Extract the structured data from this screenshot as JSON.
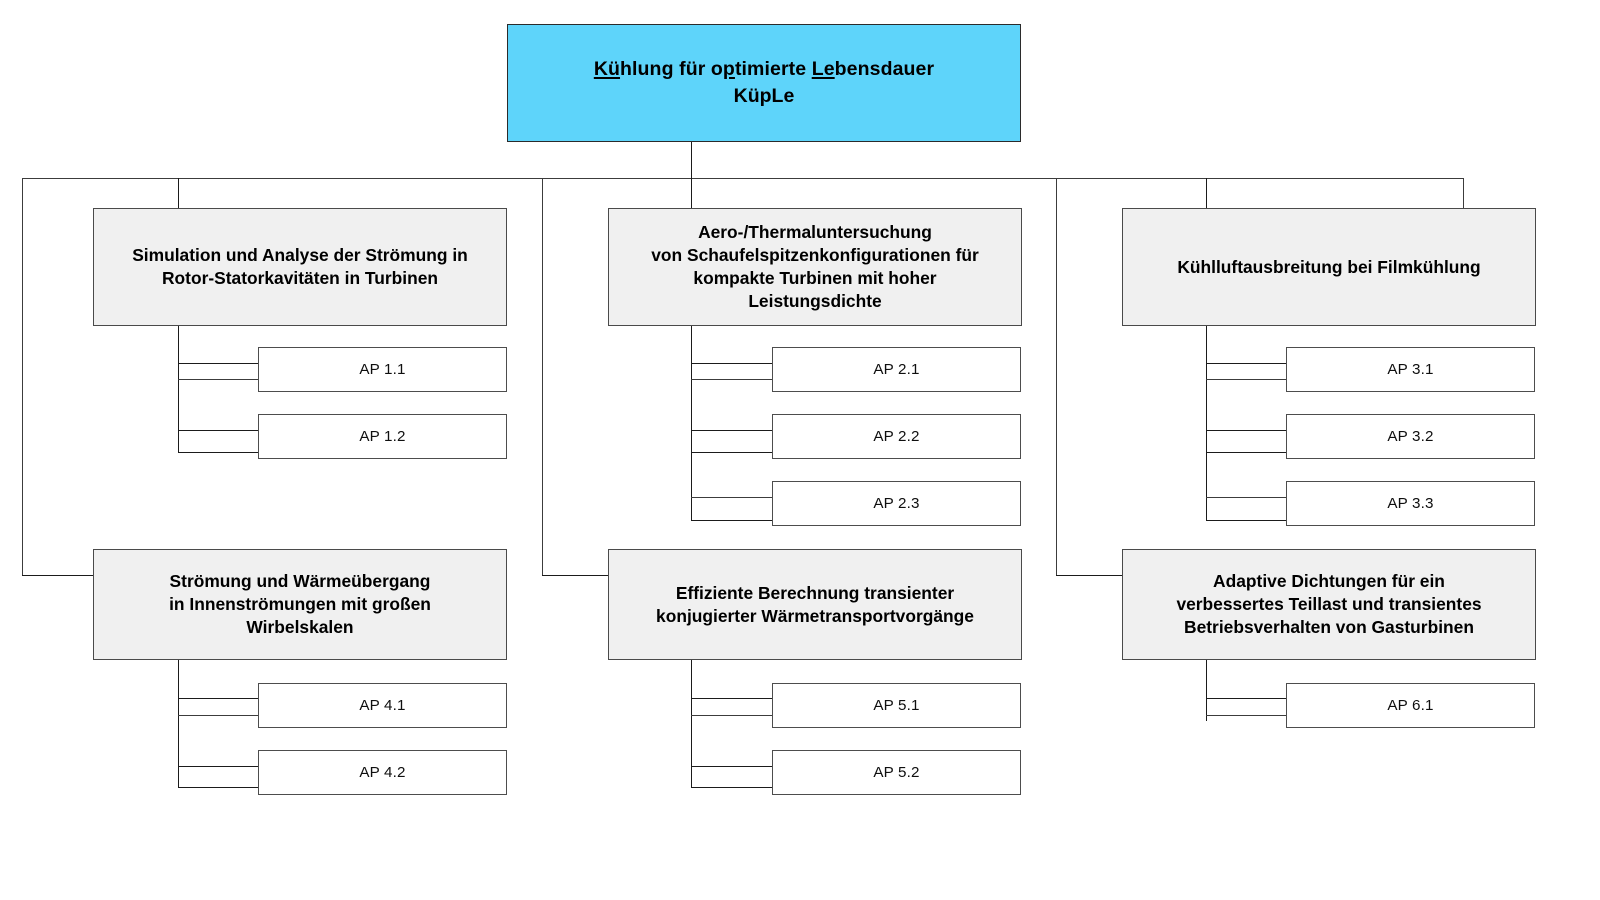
{
  "colors": {
    "title_fill": "#5ED4FA",
    "theme_fill": "#F0F0F0",
    "ap_fill": "#FFFFFF",
    "line": "#1B1B1B",
    "text": "#000000"
  },
  "root": {
    "title_prefix": "",
    "title_parts": [
      {
        "text": "Kü",
        "underline": true
      },
      {
        "text": "hlung für o",
        "underline": false
      },
      {
        "text": "p",
        "underline": true
      },
      {
        "text": "timierte ",
        "underline": false
      },
      {
        "text": "Le",
        "underline": true
      },
      {
        "text": "bensdauer",
        "underline": false
      }
    ],
    "title_full": "Kühlung für optimierte Lebensdauer",
    "acronym": "KüpLe"
  },
  "columns": [
    {
      "id": "column-1",
      "topics": [
        {
          "id": "topic-1",
          "label": "Simulation und Analyse der Strömung in Rotor-Statorkavitäten in Turbinen",
          "work_packages": [
            {
              "id": "ap-1-1",
              "label": "AP 1.1"
            },
            {
              "id": "ap-1-2",
              "label": "AP 1.2"
            }
          ]
        },
        {
          "id": "topic-4",
          "label": "Strömung und Wärmeübergang in Innenströmungen mit großen Wirbelskalen",
          "work_packages": [
            {
              "id": "ap-4-1",
              "label": "AP 4.1"
            },
            {
              "id": "ap-4-2",
              "label": "AP 4.2"
            }
          ]
        }
      ]
    },
    {
      "id": "column-2",
      "topics": [
        {
          "id": "topic-2",
          "label": "Aero-/Thermaluntersuchung von Schaufelspitzenkonfigurationen für kompakte Turbinen mit hoher Leistungsdichte",
          "work_packages": [
            {
              "id": "ap-2-1",
              "label": "AP 2.1"
            },
            {
              "id": "ap-2-2",
              "label": "AP 2.2"
            },
            {
              "id": "ap-2-3",
              "label": "AP 2.3"
            }
          ]
        },
        {
          "id": "topic-5",
          "label": "Effiziente Berechnung transienter konjugierter Wärmetransportvorgänge",
          "work_packages": [
            {
              "id": "ap-5-1",
              "label": "AP 5.1"
            },
            {
              "id": "ap-5-2",
              "label": "AP 5.2"
            }
          ]
        }
      ]
    },
    {
      "id": "column-3",
      "topics": [
        {
          "id": "topic-3",
          "label": "Kühlluftausbreitung bei Filmkühlung",
          "work_packages": [
            {
              "id": "ap-3-1",
              "label": "AP 3.1"
            },
            {
              "id": "ap-3-2",
              "label": "AP 3.2"
            },
            {
              "id": "ap-3-3",
              "label": "AP 3.3"
            }
          ]
        },
        {
          "id": "topic-6",
          "label": "Adaptive Dichtungen für ein verbessertes Teillast und transientes Betriebsverhalten von Gasturbinen",
          "work_packages": [
            {
              "id": "ap-6-1",
              "label": "AP 6.1"
            }
          ]
        }
      ]
    }
  ],
  "topics_flat": {
    "t1": "Simulation und Analyse der Strömung in\nRotor-Statorkavitäten in Turbinen",
    "t2": "Aero-/Thermaluntersuchung\nvon Schaufelspitzenkonfigurationen für\nkompakte Turbinen mit hoher\nLeistungsdichte",
    "t3": "Kühlluftausbreitung bei Filmkühlung",
    "t4": "Strömung und Wärmeübergang\nin Innenströmungen mit großen\nWirbelskalen",
    "t5": "Effiziente Berechnung transienter\nkonjugierter Wärmetransportvorgänge",
    "t6": "Adaptive Dichtungen für ein\nverbessertes Teillast und transientes\nBetriebsverhalten von Gasturbinen"
  },
  "aps_flat": {
    "a11": "AP 1.1",
    "a12": "AP 1.2",
    "a21": "AP 2.1",
    "a22": "AP 2.2",
    "a23": "AP 2.3",
    "a31": "AP 3.1",
    "a32": "AP 3.2",
    "a33": "AP 3.3",
    "a41": "AP 4.1",
    "a42": "AP 4.2",
    "a51": "AP 5.1",
    "a52": "AP 5.2",
    "a61": "AP 6.1"
  }
}
